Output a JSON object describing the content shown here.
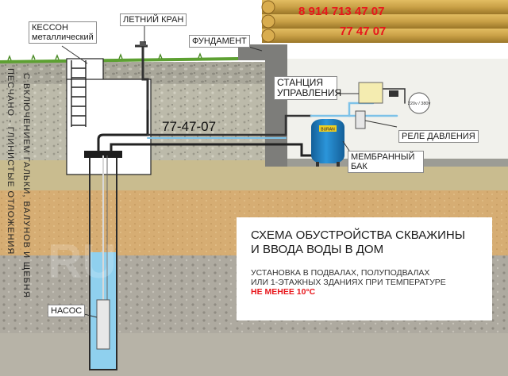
{
  "contacts": {
    "phone_primary": "8 914 713 47 07",
    "phone_short": "77 47 07"
  },
  "labels": {
    "caisson": "КЕССОН металлический",
    "summer_tap": "ЛЕТНИЙ КРАН",
    "foundation": "ФУНДАМЕНТ",
    "control_station": "СТАНЦИЯ УПРАВЛЕНИЯ",
    "pressure_relay": "РЕЛЕ ДАВЛЕНИЯ",
    "membrane_tank": "МЕМБРАННЫЙ БАК",
    "pump": "НАСОС",
    "pipe_phone": "77-47-07",
    "electric_spec": "220v / 380v",
    "tank_brand": "BURAN"
  },
  "soil_layers": {
    "left": "ПЕСЧАНО - ГЛИНИСТЫЕ ОТЛОЖЕНИЯ",
    "right": "С ВКЛЮЧЕНИЕМ ГАЛЬКИ, ВАЛУНОВ И ЩЕБНЯ"
  },
  "info": {
    "title": "СХЕМА ОБУСТРОЙСТВА СКВАЖИНЫ\nИ ВВОДА ВОДЫ В ДОМ",
    "note": "УСТАНОВКА В ПОДВАЛАХ, ПОЛУПОДВАЛАХ\nИЛИ 1-ЭТАЖНЫХ ЗДАНИЯХ ПРИ ТЕМПЕРАТУРЕ",
    "warning": "НЕ МЕНЕЕ 10°С"
  },
  "colors": {
    "sky": "#ffffff",
    "grass": "#5da032",
    "topsoil": "#9b9b8f",
    "gravel": "#b9b7a8",
    "clay": "#c8b98a",
    "sand": "#d9b27a",
    "deep_soil": "#b0aca0",
    "water": "#8fd0ee",
    "wood": "#c9a046",
    "tank": "#1e7fc4",
    "phone_red": "#e8161b"
  }
}
